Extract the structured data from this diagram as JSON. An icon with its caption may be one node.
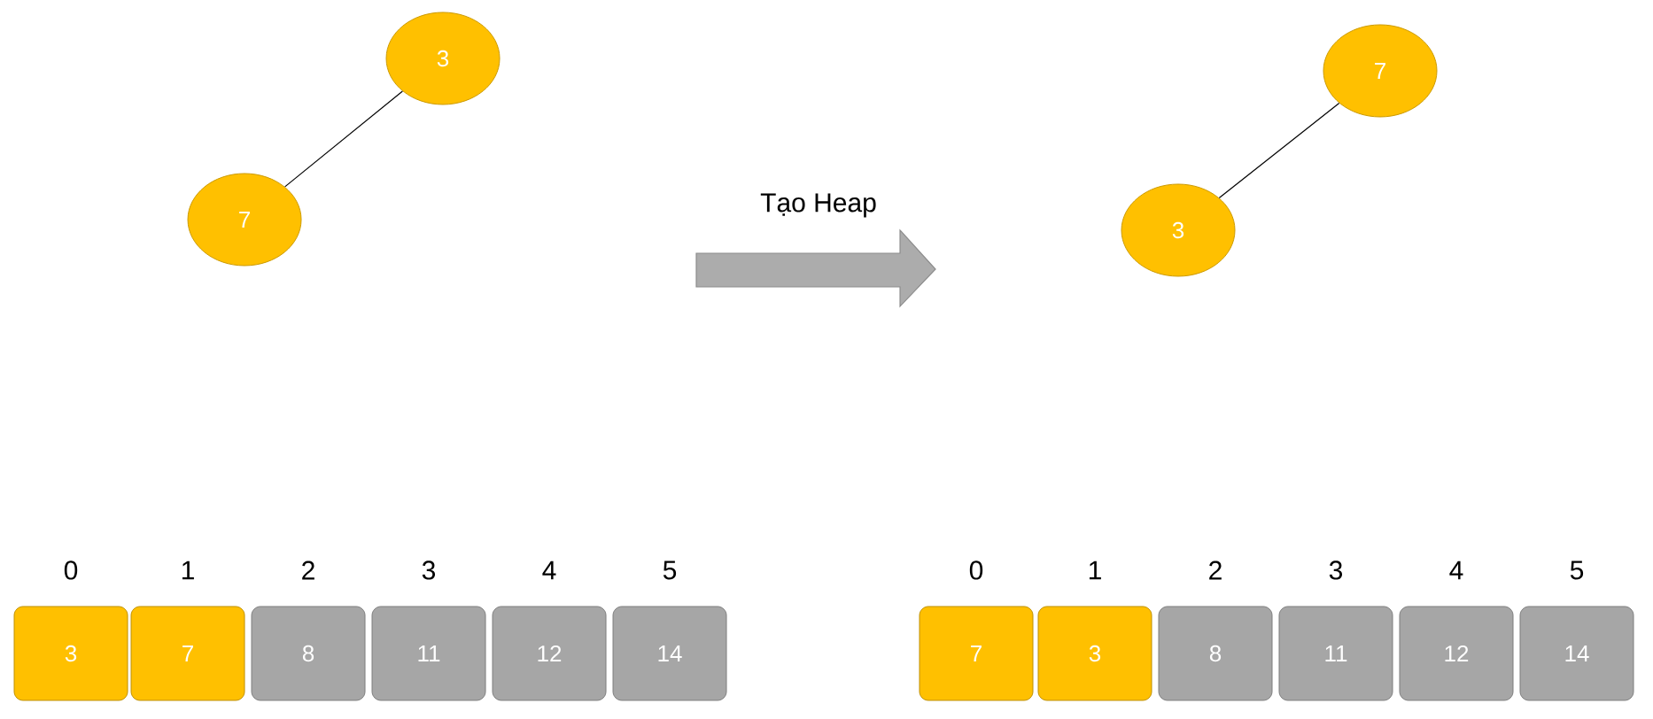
{
  "diagram": {
    "nodes": [
      {
        "text": [
          "3"
        ]
      },
      {
        "text": [
          "7"
        ]
      },
      {
        "text": [
          "7"
        ]
      },
      {
        "text": [
          "3"
        ]
      },
      {
        "text": [
          "3"
        ],
        "beside": [
          "0"
        ]
      },
      {
        "text": [
          "7"
        ],
        "beside": [
          "1"
        ]
      },
      {
        "text": [
          "8"
        ],
        "beside": [
          "2"
        ]
      },
      {
        "text": [
          "11"
        ],
        "beside": [
          "3"
        ]
      },
      {
        "text": [
          "12"
        ],
        "beside": [
          "4"
        ]
      },
      {
        "text": [
          "14"
        ],
        "beside": [
          "5"
        ]
      },
      {
        "text": [
          "7"
        ],
        "beside": [
          "0"
        ]
      },
      {
        "text": [
          "3"
        ],
        "beside": [
          "1"
        ]
      },
      {
        "text": [
          "8"
        ],
        "beside": [
          "2"
        ]
      },
      {
        "text": [
          "11"
        ],
        "beside": [
          "3"
        ]
      },
      {
        "text": [
          "12"
        ],
        "beside": [
          "4"
        ]
      },
      {
        "text": [
          "14"
        ],
        "beside": [
          "5"
        ]
      }
    ],
    "edges": [
      {
        "from": 0,
        "to": 1,
        "arrow": "none"
      },
      {
        "from": 2,
        "to": 3,
        "arrow": "none"
      }
    ],
    "labels": [
      "Tạo Heap"
    ]
  }
}
